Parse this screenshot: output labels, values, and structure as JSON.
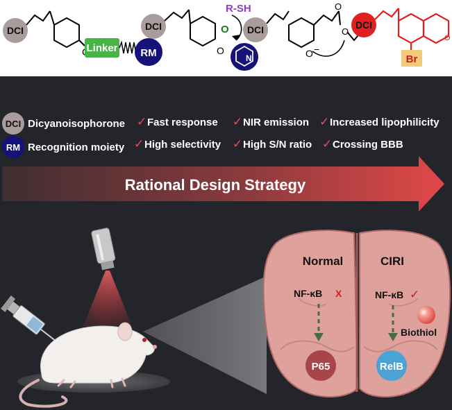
{
  "top_scheme": {
    "dci_label": "DCI",
    "linker_label": "Linker",
    "rm_label": "RM",
    "reagent_label": "R-SH",
    "pyridine_n": "N",
    "oxygen_label": "O",
    "o_minus_label": "O",
    "bromo_label": "Br"
  },
  "legend": {
    "dci_badge": "DCI",
    "dci_text": "Dicyanoisophorone",
    "rm_badge": "RM",
    "rm_text": "Recognition moiety"
  },
  "features": [
    "Fast response",
    "NIR emission",
    "Increased lipophilicity",
    "High selectivity",
    "High S/N ratio",
    "Crossing BBB"
  ],
  "arrow_label": "Rational Design Strategy",
  "brain": {
    "left_title": "Normal",
    "right_title": "CIRI",
    "left_nfkb": "NF-κB",
    "left_mark": "X",
    "right_nfkb": "NF-κB",
    "right_mark": "✓",
    "left_target": "P65",
    "right_target": "RelB",
    "biothiol_label": "Biothiol"
  },
  "colors": {
    "background": "#23252b",
    "dci_circle": "#a89c9d",
    "rm_circle": "#15127a",
    "linker_box": "#48b448",
    "highlight_red": "#e02020",
    "tick_red": "#e05050",
    "arrow_dark": "#4a3033",
    "arrow_light": "#e04a4a",
    "brain_fill": "#dfa19c",
    "p65_circle": "#a8454a",
    "relb_circle": "#4aa2d5",
    "bromo_box": "#f3c97a"
  }
}
